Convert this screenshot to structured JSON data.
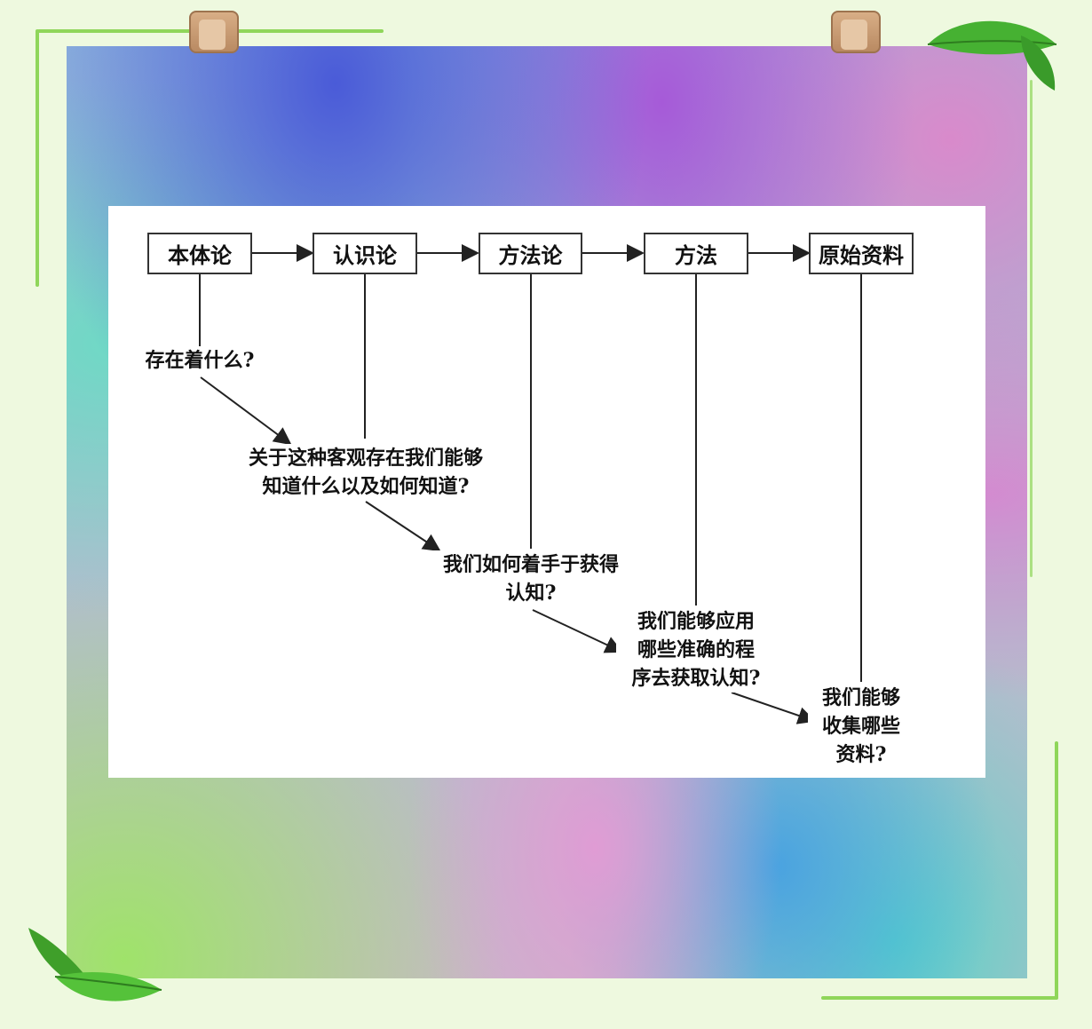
{
  "diagram": {
    "stages": [
      "本体论",
      "认识论",
      "方法论",
      "方法",
      "原始资料"
    ],
    "questions": [
      "存在着什么?",
      "关于这种客观存在我们能够\n知道什么以及如何知道?",
      "我们如何着手于获得\n认知?",
      "我们能够应用\n哪些准确的程\n序去获取认知?",
      "我们能够\n收集哪些\n资料?"
    ]
  },
  "colors": {
    "page_bg": "#eef9df",
    "frame_green": "#8fd65a",
    "leaf_green": "#3f9f2a",
    "line": "#222222"
  }
}
